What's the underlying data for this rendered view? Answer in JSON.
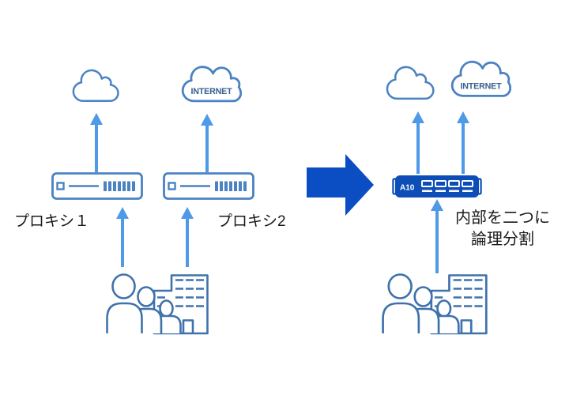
{
  "diagram": {
    "before": {
      "internet_cloud_label": "INTERNET",
      "proxy1_label": "プロキシ１",
      "proxy2_label": "プロキシ2"
    },
    "after": {
      "internet_cloud_label": "INTERNET",
      "appliance_brand": "A10",
      "annotation": {
        "line1": "内部を二つに",
        "line2": "論理分割"
      }
    },
    "colors": {
      "outline_blue": "#4a82c2",
      "people_outline": "#3f72ad",
      "arrow_blue": "#4f9ae8",
      "solid_blue": "#0b4ec4",
      "appliance_fill": "#0c4db8",
      "internet_text": "#38618f",
      "label_text": "#1a1a1a"
    }
  }
}
